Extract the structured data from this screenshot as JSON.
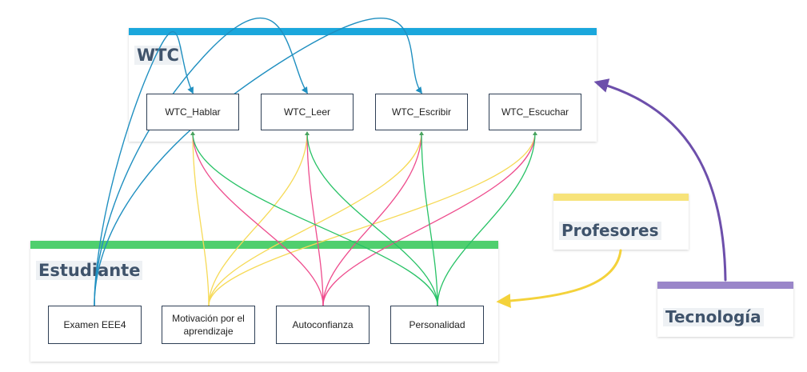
{
  "panels": {
    "wtc": {
      "title": "WTC",
      "color": "#1ba7dc"
    },
    "estudiante": {
      "title": "Estudiante",
      "color": "#4fcf6e"
    },
    "profesores": {
      "title": "Profesores",
      "color": "#f7e37a"
    },
    "tecnologia": {
      "title": "Tecnología",
      "color": "#9a86c9"
    }
  },
  "nodes": {
    "wtc_hablar": "WTC_Hablar",
    "wtc_leer": "WTC_Leer",
    "wtc_escribir": "WTC_Escribir",
    "wtc_escuchar": "WTC_Escuchar",
    "examen": "Examen EEE4",
    "motivacion": "Motivación por el aprendizaje",
    "autoconfianza": "Autoconfianza",
    "personalidad": "Personalidad"
  },
  "edge_colors": {
    "examen": "#1f8fc0",
    "motivacion": "#f6da57",
    "autoconfianza": "#ee4c8d",
    "personalidad": "#28c266",
    "profesores": "#f4d23b",
    "tecnologia": "#6d4fab"
  },
  "edges": [
    {
      "from": "examen",
      "to": "wtc_hablar"
    },
    {
      "from": "examen",
      "to": "wtc_leer"
    },
    {
      "from": "examen",
      "to": "wtc_escribir"
    },
    {
      "from": "motivacion",
      "to": "wtc_hablar"
    },
    {
      "from": "motivacion",
      "to": "wtc_leer"
    },
    {
      "from": "motivacion",
      "to": "wtc_escribir"
    },
    {
      "from": "motivacion",
      "to": "wtc_escuchar"
    },
    {
      "from": "autoconfianza",
      "to": "wtc_hablar"
    },
    {
      "from": "autoconfianza",
      "to": "wtc_leer"
    },
    {
      "from": "autoconfianza",
      "to": "wtc_escribir"
    },
    {
      "from": "autoconfianza",
      "to": "wtc_escuchar"
    },
    {
      "from": "personalidad",
      "to": "wtc_hablar"
    },
    {
      "from": "personalidad",
      "to": "wtc_leer"
    },
    {
      "from": "personalidad",
      "to": "wtc_escribir"
    },
    {
      "from": "personalidad",
      "to": "wtc_escuchar"
    },
    {
      "from": "profesores",
      "to": "estudiante"
    },
    {
      "from": "tecnologia",
      "to": "wtc"
    }
  ]
}
